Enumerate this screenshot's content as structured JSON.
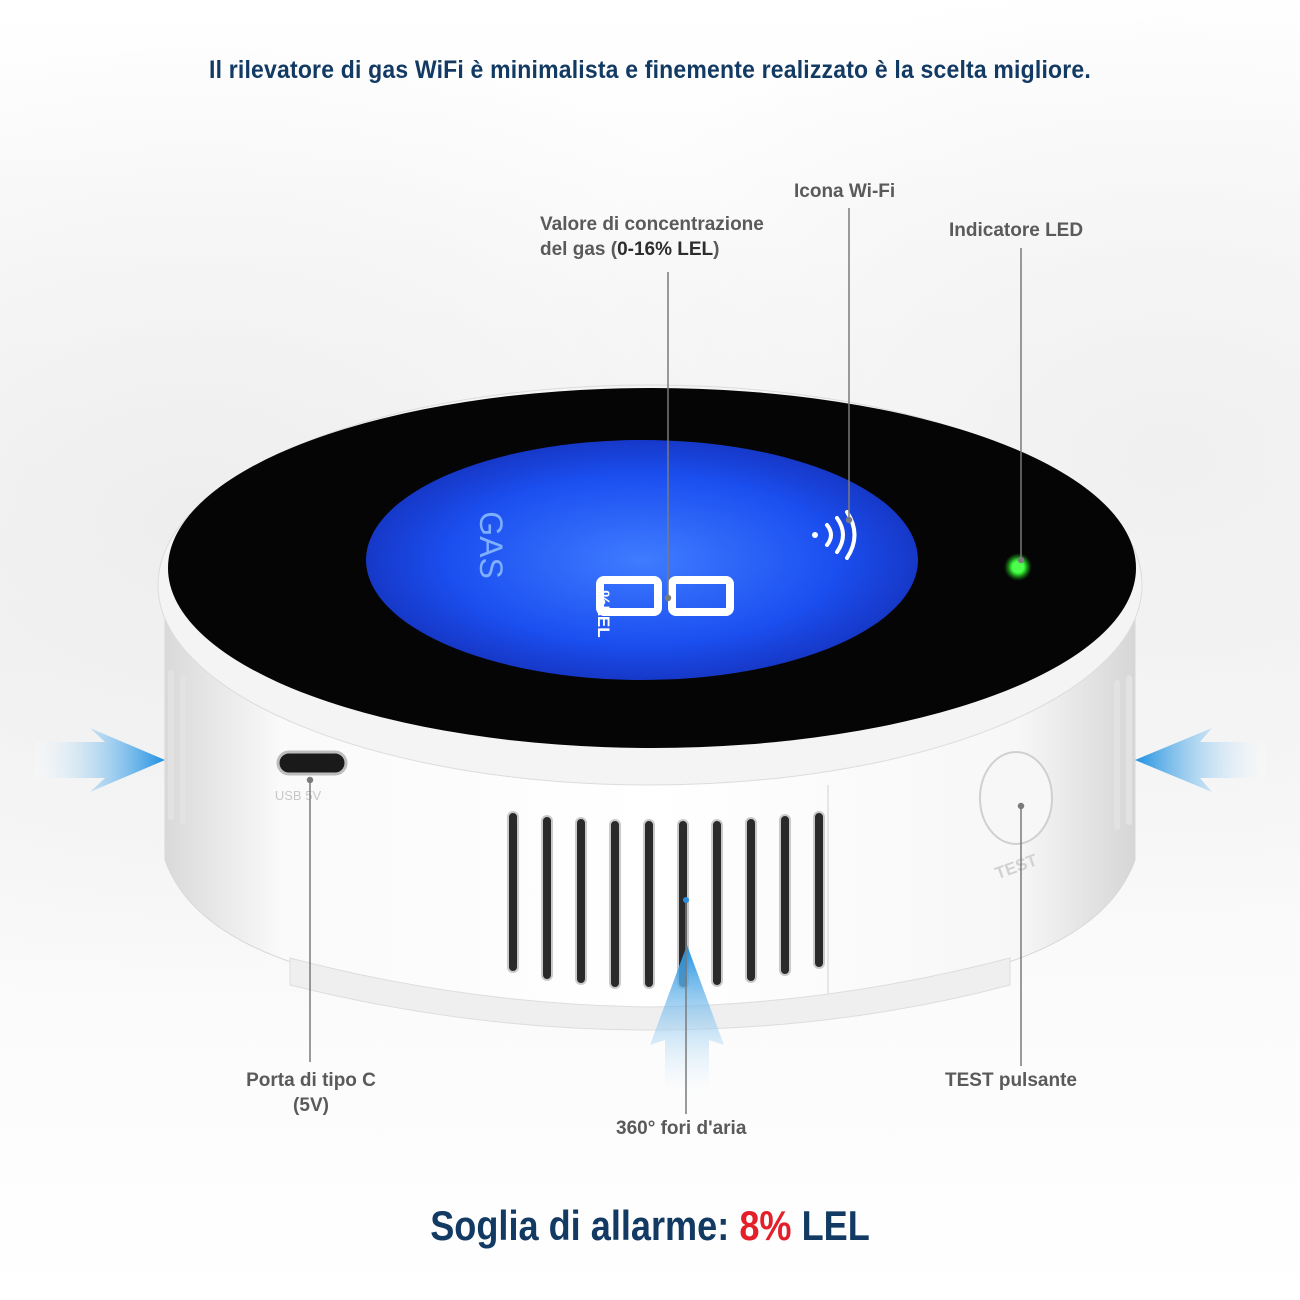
{
  "headline": "Il rilevatore di gas WiFi è minimalista e finemente realizzato è la scelta migliore.",
  "labels": {
    "gas_value_line1": "Valore di concentrazione",
    "gas_value_line2_prefix": "del gas (",
    "gas_value_line2_bold": "0-16% LEL",
    "gas_value_line2_suffix": ")",
    "wifi_icon": "Icona Wi-Fi",
    "led_indicator": "Indicatore LED",
    "usb_port_line1": "Porta di tipo C",
    "usb_port_line2": "(5V)",
    "air_holes": "360° fori d'aria",
    "test_button": "TEST pulsante"
  },
  "device": {
    "display_word": "GAS",
    "display_digits": "00",
    "display_unit": "%LEL",
    "port_marking": "USB 5V",
    "button_marking": "TEST"
  },
  "footer": {
    "prefix": "Soglia di allarme: ",
    "highlight": "8%",
    "suffix": " LEL"
  },
  "colors": {
    "title": "#123a63",
    "highlight": "#e3202a",
    "screen_blue": "#1a4ef0",
    "led_green": "#2ee62e",
    "arrow_blue": "#29a3e8"
  }
}
